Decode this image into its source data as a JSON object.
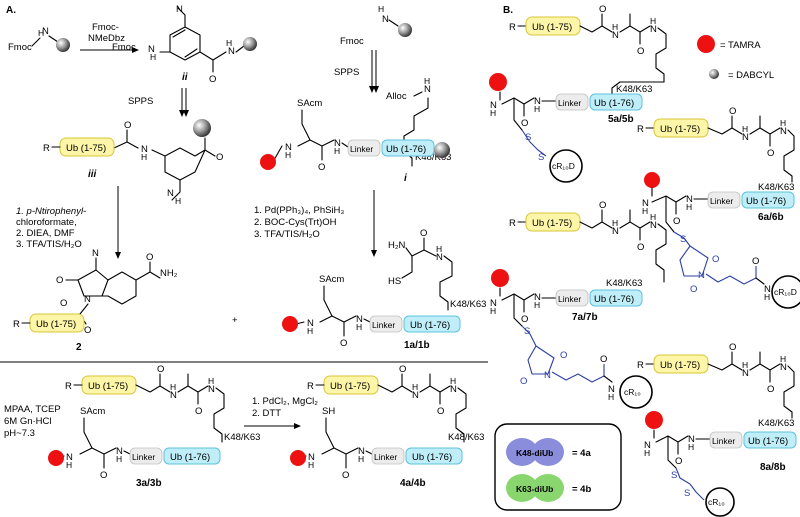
{
  "panels": {
    "a": "A.",
    "b": "B."
  },
  "labels": {
    "fmoc": "Fmoc",
    "fmoc_nmedbz": "Fmoc-\nNMeDbz",
    "spps": "SPPS",
    "r": "R",
    "ub75": "Ub (1-75)",
    "ub76": "Ub (1-76)",
    "linker": "Linker",
    "k48k63": "K48/K63",
    "alloc": "Alloc",
    "sacm": "SAcm",
    "sh": "SH",
    "hs": "HS",
    "h2n": "H₂N",
    "nh2": "NH₂",
    "cr10": "cR₁₀",
    "cr10d": "cR₁₀D",
    "plus": "+"
  },
  "compounds": {
    "ii": "ii",
    "iii": "iii",
    "i": "i",
    "c2": "2",
    "c1": "1a/1b",
    "c3": "3a/3b",
    "c4": "4a/4b",
    "c5": "5a/5b",
    "c6": "6a/6b",
    "c7": "7a/7b",
    "c8": "8a/8b"
  },
  "conditions": {
    "step_iii": [
      "1. p-Ntirophenyl-",
      "chloroformate,",
      "2. DIEA, DMF",
      "3. TFA/TIS/H₂O"
    ],
    "step_i": [
      "1. Pd(PPh₃)₄, PhSiH₃",
      "2. BOC-Cys(Trt)OH",
      "3. TFA/TIS/H₂O"
    ],
    "ligation": [
      "MPAA, TCEP",
      "6M Gn·HCl",
      "pH~7.3"
    ],
    "deprotect": [
      "1. PdCl₂, MgCl₂",
      "2. DTT"
    ]
  },
  "legend": {
    "tamra": "= TAMRA",
    "dabcyl": "= DABCYL",
    "k48_blob": "K48-diUb",
    "k63_blob": "K63-diUb",
    "k48_eq": "= 4a",
    "k63_eq": "= 4b"
  },
  "colors": {
    "ub75_fill": "#fdf6a8",
    "ub76_fill": "#bfeef8",
    "tamra": "#ee1111",
    "dabcyl": "#999999",
    "k48_blob": "#8a8cdc",
    "k63_blob": "#8ad66e",
    "sulfur_linker": "#2b3fa6"
  }
}
